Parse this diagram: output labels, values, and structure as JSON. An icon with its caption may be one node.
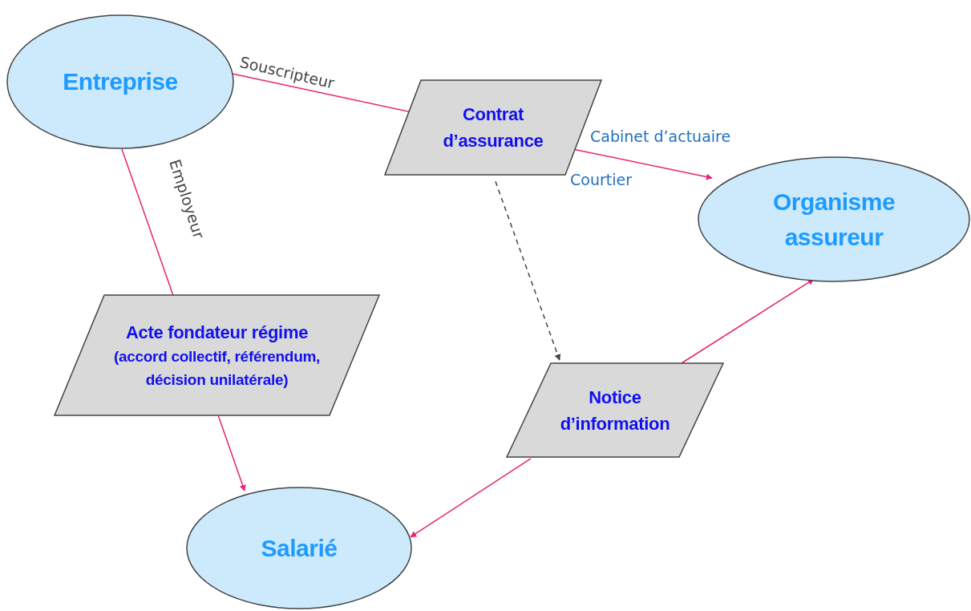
{
  "diagram": {
    "nodes": [
      {
        "text": [
          "Entreprise"
        ]
      },
      {
        "text": [
          "Contrat d’assurance"
        ]
      },
      {
        "text": [
          "Organisme assureur"
        ]
      },
      {
        "text": [
          "Acte fondateur régime",
          "(accord collectif, référendum, décision unilatérale)"
        ]
      },
      {
        "text": [
          "Notice d’information"
        ]
      },
      {
        "text": [
          "Salarié"
        ]
      }
    ],
    "edges": [
      {
        "from": 0,
        "to": 1,
        "arrow": "none",
        "label": "Souscripteur"
      },
      {
        "from": 0,
        "to": 3,
        "arrow": "none",
        "label": "Employeur"
      },
      {
        "from": 1,
        "to": 2,
        "arrow": "to",
        "label": "Cabinet d’actuaire"
      },
      {
        "from": 1,
        "to": 4,
        "arrow": "to",
        "style": "dashed",
        "color": "#444444"
      },
      {
        "from": 3,
        "to": 5,
        "arrow": "to"
      },
      {
        "from": 4,
        "to": 2,
        "arrow": "to"
      },
      {
        "from": 4,
        "to": 5,
        "arrow": "to"
      }
    ],
    "labels": [
      "Courtier"
    ]
  }
}
